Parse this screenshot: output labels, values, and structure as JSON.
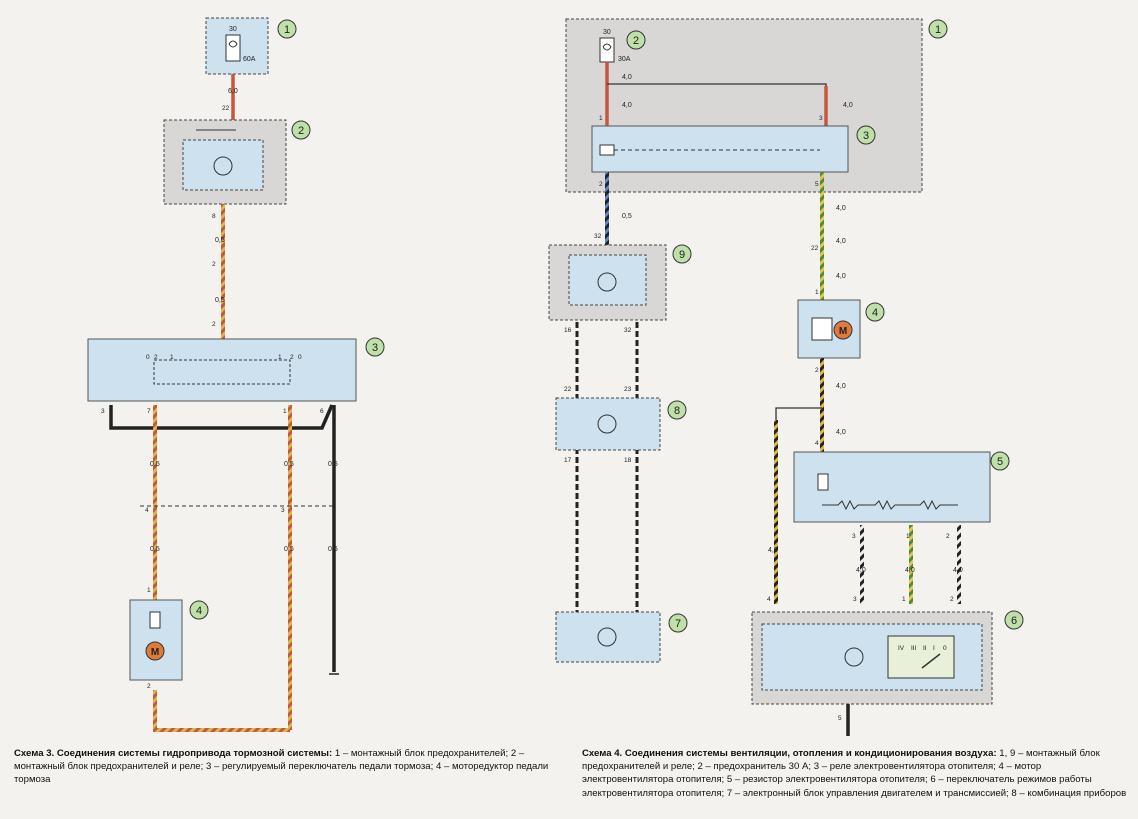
{
  "wire_labels": {
    "w60": "6,0",
    "w05": "0,5",
    "w40": "4,0"
  },
  "fuse_labels": {
    "s3_fuse_top": "30",
    "s3_fuse_rating": "60A",
    "s4_fuse_top": "30",
    "s4_fuse_rating": "30A"
  },
  "pins": {
    "p1": "1",
    "p2": "2",
    "p3": "3",
    "p4": "4",
    "p5": "5",
    "p6": "6",
    "p7": "7",
    "p8": "8",
    "p16": "16",
    "p17": "17",
    "p18": "18",
    "p22": "22",
    "p23": "23",
    "p32": "32",
    "p0": "0"
  },
  "callouts": [
    "1",
    "2",
    "3",
    "4",
    "5",
    "6",
    "7",
    "8",
    "9"
  ],
  "motor_letter": "M",
  "switch_scale": [
    "IV",
    "III",
    "II",
    "I",
    "0"
  ],
  "colors": {
    "box_fill": "#cde1ef",
    "box_gray": "#d9d7d6",
    "callout_fill": "#bfe0a9",
    "wire_red": "#c8553e",
    "wire_black": "#222222",
    "wire_blue": "#5a86c4"
  },
  "caption3": {
    "title": "Схема 3. Соединения системы гидропривода тормозной системы:",
    "body": " 1 – монтажный блок предохранителей; 2 – монтажный блок предохранителей и реле; 3 – регулируемый переключатель педали тормоза; 4 – моторедуктор педали тормоза"
  },
  "caption4": {
    "title": "Схема 4. Соединения системы вентиляции, отопления и кондиционирования воздуха:",
    "body": " 1, 9 – монтажный блок предохранителей и реле; 2 – предохранитель 30 А; 3 – реле электровентилятора отопителя; 4 – мотор электровентилятора отопителя; 5 – резистор электровентилятора отопителя; 6 – переключатель режимов работы электровентилятора отопителя; 7 – электронный блок управления двигателем и трансмиссией; 8 – комбинация приборов"
  }
}
